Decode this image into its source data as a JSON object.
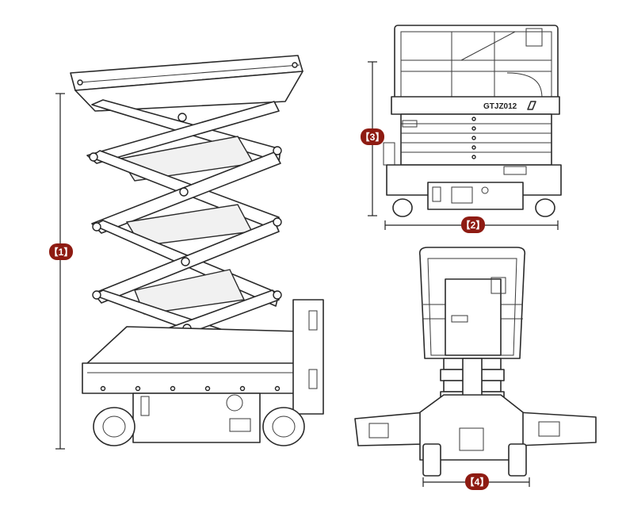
{
  "model": "GTJZ012",
  "dimensions": [
    "【1】",
    "【2】",
    "【3】",
    "【4】"
  ],
  "colors": {
    "badge": "#8e1b12",
    "line": "#2a2a2a",
    "background": "#ffffff"
  }
}
